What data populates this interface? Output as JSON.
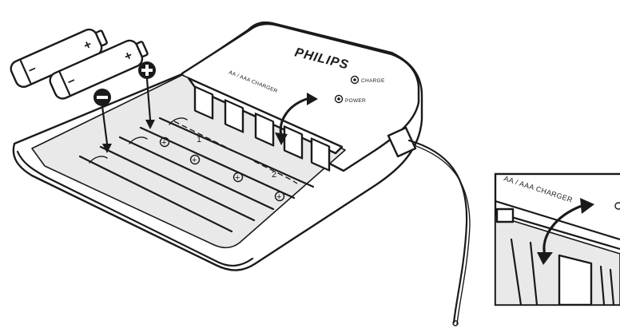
{
  "charger": {
    "brand": "PHILIPS",
    "model_label": "AA / AAA CHARGER",
    "charge_label": "CHARGE",
    "power_label": "POWER",
    "slot_group_1": "1",
    "slot_group_2": "2"
  },
  "zoom_inset": {
    "model_label": "AA / AAA CHARGER"
  },
  "symbols": {
    "plus": "+",
    "minus": "−"
  }
}
